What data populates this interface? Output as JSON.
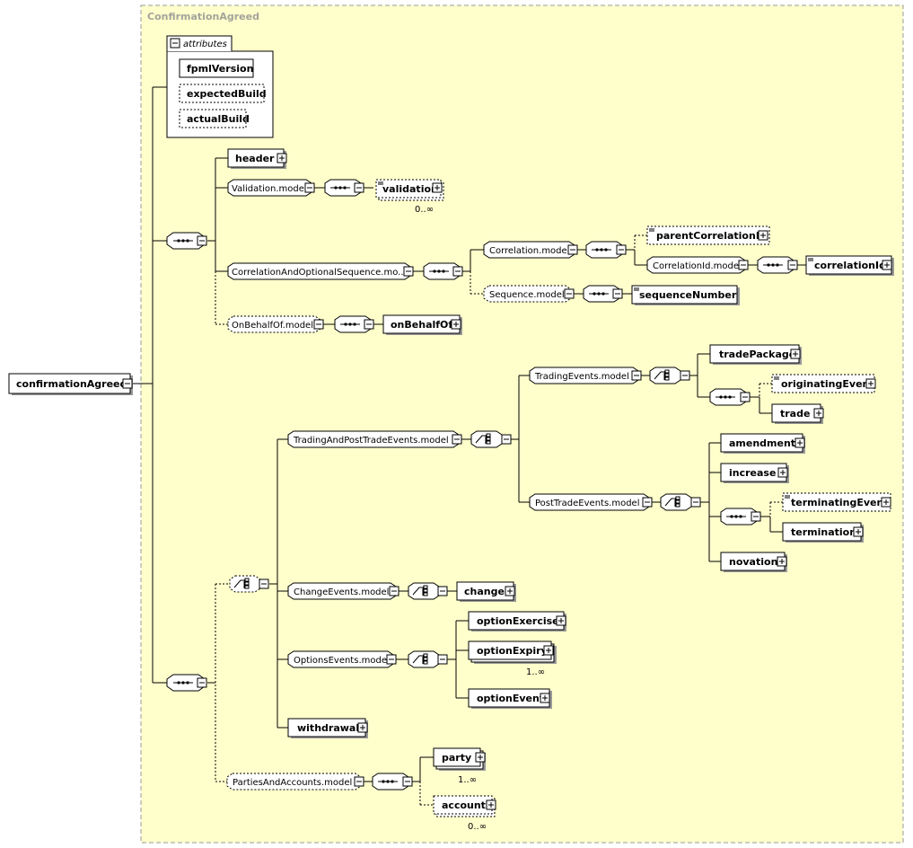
{
  "colors": {
    "canvas": "#ffffcc",
    "frame": "#999999",
    "title_text": "#a3a39a",
    "box_fill": "#ffffff",
    "shadow": "#9a9a9a"
  },
  "diagram": {
    "title": "ConfirmationAgreed",
    "root": "confirmationAgreed",
    "attributes": {
      "heading": "attributes",
      "items": [
        "fpmlVersion",
        "expectedBuild",
        "actualBuild"
      ]
    },
    "elements": {
      "header": "header",
      "validation": "validation",
      "parentCorrelationId": "parentCorrelationId",
      "correlationId": "correlationId",
      "sequenceNumber": "sequenceNumber",
      "onBehalfOf": "onBehalfOf",
      "tradePackage": "tradePackage",
      "originatingEvent": "originatingEvent",
      "trade": "trade",
      "amendment": "amendment",
      "increase": "increase",
      "terminatingEvent": "terminatingEvent",
      "termination": "termination",
      "novation": "novation",
      "change": "change",
      "optionExercise": "optionExercise",
      "optionExpiry": "optionExpiry",
      "optionEvent": "optionEvent",
      "withdrawal": "withdrawal",
      "party": "party",
      "account": "account"
    },
    "groups": {
      "validation_model": "Validation.model",
      "corr_seq_model": "CorrelationAndOptionalSequence.mo...",
      "correlation_model": "Correlation.model",
      "correlationid_model": "CorrelationId.model",
      "sequence_model": "Sequence.model",
      "onbehalfof_model": "OnBehalfOf.model",
      "trading_post_model": "TradingAndPostTradeEvents.model",
      "trading_events_model": "TradingEvents.model",
      "post_trade_events_model": "PostTradeEvents.model",
      "change_events_model": "ChangeEvents.model",
      "options_events_model": "OptionsEvents.model",
      "parties_accounts_model": "PartiesAndAccounts.model"
    },
    "cardinalities": {
      "validation": "0..∞",
      "optionExpiry": "1..∞",
      "party": "1..∞",
      "account": "0..∞"
    }
  }
}
